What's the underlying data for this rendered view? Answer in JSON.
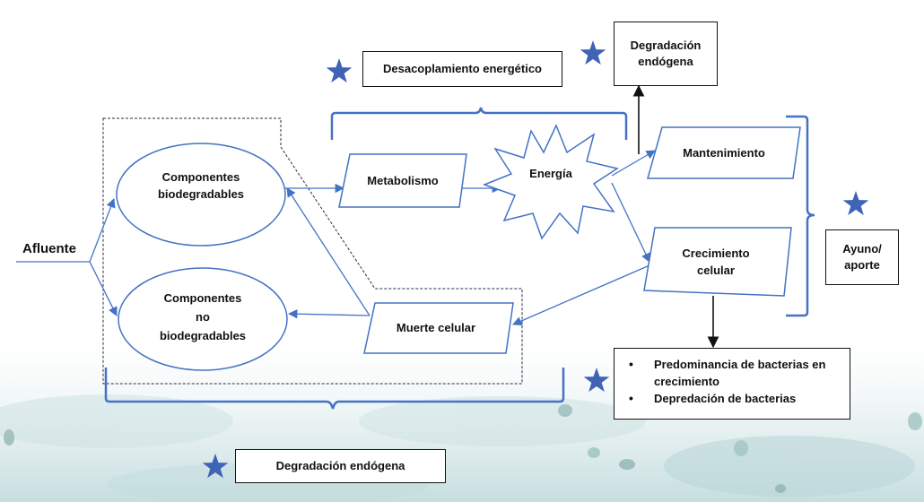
{
  "nodes": {
    "afluente": "Afluente",
    "biodegradables_l1": "Componentes",
    "biodegradables_l2": "biodegradables",
    "no_bio_l1": "Componentes",
    "no_bio_l2": "no",
    "no_bio_l3": "biodegradables",
    "metabolismo": "Metabolismo",
    "energia": "Energía",
    "mantenimiento": "Mantenimiento",
    "crecimiento_l1": "Crecimiento",
    "crecimiento_l2": "celular",
    "muerte": "Muerte celular"
  },
  "boxes": {
    "desacoplamiento": "Desacoplamiento energético",
    "degradacion_top_l1": "Degradación",
    "degradacion_top_l2": "endógena",
    "ayuno_l1": "Ayuno/",
    "ayuno_l2": "aporte",
    "degradacion_bottom": "Degradación endógena"
  },
  "bullets": [
    "Predominancia de bacterias en crecimiento",
    "Depredación de bacterias"
  ],
  "colors": {
    "accent": "#4472c4",
    "star": "#3f63b5",
    "outline": "#111111",
    "background_wash": "#c7dfe0"
  },
  "icons": {
    "star": "star-icon"
  }
}
